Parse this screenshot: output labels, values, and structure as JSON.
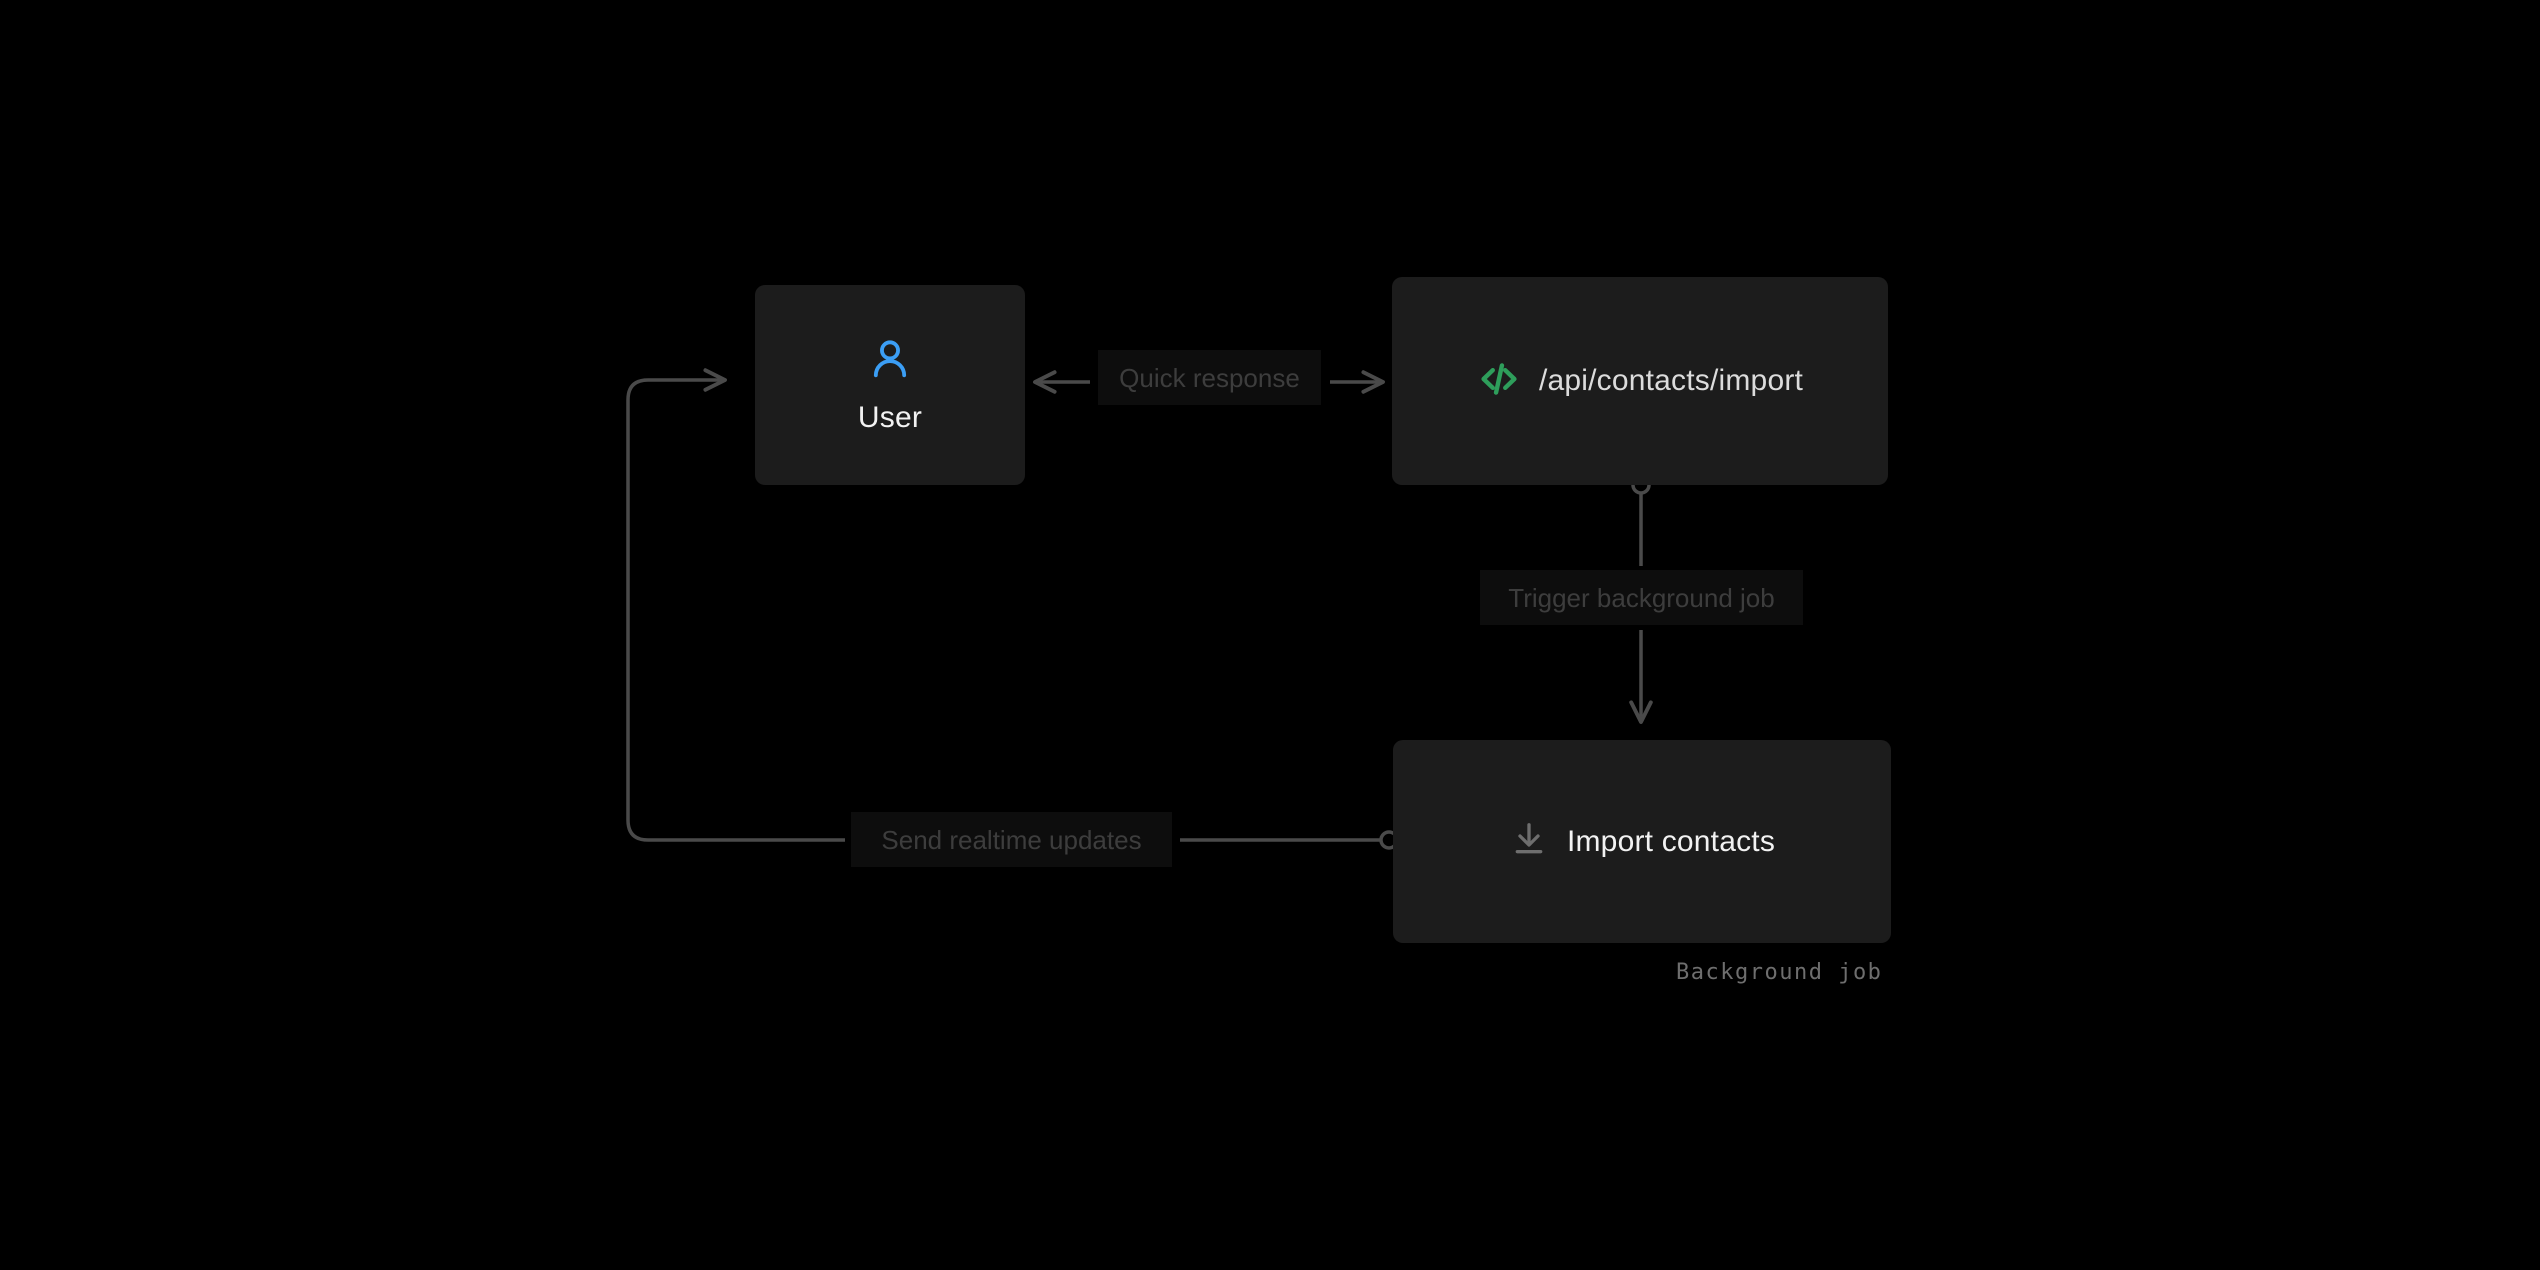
{
  "diagram": {
    "type": "flow-diagram",
    "background_color": "#000000",
    "node_fill": "#1c1c1c",
    "edge_color": "#4a4a4a",
    "edge_label_color": "#3d3d3d",
    "edge_label_bg": "#0d0d0d",
    "nodes": [
      {
        "id": "user",
        "label": "User",
        "icon": "person-icon",
        "icon_color": "#3b9ef5",
        "layout": "stacked"
      },
      {
        "id": "api",
        "label": "/api/contacts/import",
        "icon": "code-icon",
        "icon_color": "#2e9e5b",
        "layout": "inline"
      },
      {
        "id": "import",
        "label": "Import contacts",
        "icon": "download-icon",
        "icon_color": "#6e6e6e",
        "layout": "inline",
        "caption": "Background job"
      }
    ],
    "edges": [
      {
        "id": "api-to-user",
        "label": "Quick response",
        "from": "api",
        "to": "user",
        "direction": "bidirectional"
      },
      {
        "id": "api-to-import",
        "label": "Trigger background job",
        "from": "api",
        "to": "import",
        "direction": "down"
      },
      {
        "id": "import-to-user",
        "label": "Send realtime updates",
        "from": "import",
        "to": "user",
        "direction": "loop-left"
      }
    ]
  }
}
